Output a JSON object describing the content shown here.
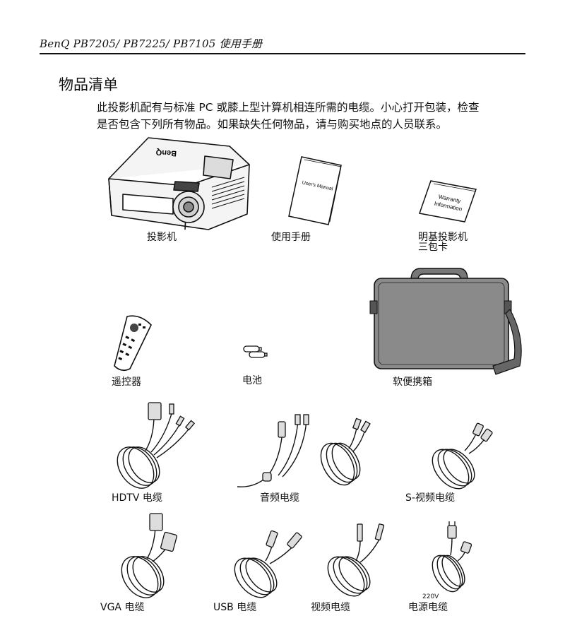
{
  "header": {
    "title": "BenQ PB7205/ PB7225/ PB7105 使用手册"
  },
  "section": {
    "title": "物品清单",
    "intro_line1": "此投影机配有与标准 PC 或膝上型计算机相连所需的电缆。小心打开包装，检查",
    "intro_line2": "是否包含下列所有物品。如果缺失任何物品，请与购买地点的人员联系。"
  },
  "items": {
    "projector": {
      "label": "投影机",
      "brand": "BenQ"
    },
    "manual": {
      "label": "使用手册",
      "text": "User's Manual"
    },
    "warranty": {
      "label_line1": "明基投影机",
      "label_line2": "三包卡",
      "text1": "Warranty",
      "text2": "Information"
    },
    "remote": {
      "label": "遥控器"
    },
    "batteries": {
      "label": "电池"
    },
    "case": {
      "label": "软便携箱"
    },
    "hdtv_cable": {
      "label": "HDTV 电缆"
    },
    "audio_cable": {
      "label": "音频电缆"
    },
    "svideo_cable": {
      "label": "S-视频电缆"
    },
    "vga_cable": {
      "label": "VGA 电缆"
    },
    "usb_cable": {
      "label": "USB 电缆"
    },
    "video_cable": {
      "label": "视频电缆"
    },
    "power_cable": {
      "label": "电源电缆",
      "voltage": "220V"
    }
  }
}
